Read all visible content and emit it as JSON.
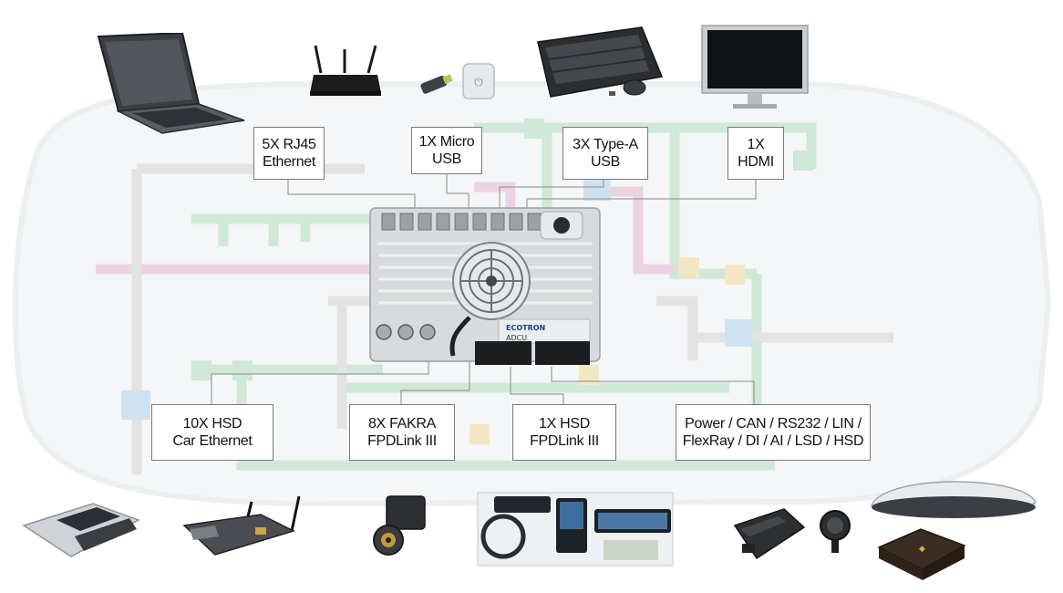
{
  "diagram": {
    "central_unit": {
      "brand": "ECOTRON",
      "model": "ADCU"
    },
    "top_interfaces": [
      {
        "line1": "5X RJ45",
        "line2": "Ethernet",
        "device": "laptop-and-router"
      },
      {
        "line1": "1X Micro",
        "line2": "USB",
        "device": "usb-drives"
      },
      {
        "line1": "3X Type-A",
        "line2": "USB",
        "device": "keyboard-and-mouse"
      },
      {
        "line1": "1X",
        "line2": "HDMI",
        "device": "monitor"
      }
    ],
    "bottom_interfaces": [
      {
        "line1": "10X HSD",
        "line2": "Car Ethernet",
        "device": "ecu-modules"
      },
      {
        "line1": "8X FAKRA",
        "line2": "FPDLink III",
        "device": "camera"
      },
      {
        "line1": "1X HSD",
        "line2": "FPDLink III",
        "device": "cockpit-display"
      },
      {
        "line1": "Power / CAN / RS232 / LIN /",
        "line2": "FlexRay / DI / AI / LSD / HSD",
        "device": "sensors-and-gnss"
      }
    ],
    "colors": {
      "wire_green": "#cfe8d8",
      "wire_pink": "#ecd3e2",
      "wire_gray": "#dedede",
      "wire_blue": "#cfe2f1",
      "wire_yellow": "#f4e7c4",
      "connector_line": "#8a8a8a",
      "unit_body": "#d8dadc"
    }
  }
}
